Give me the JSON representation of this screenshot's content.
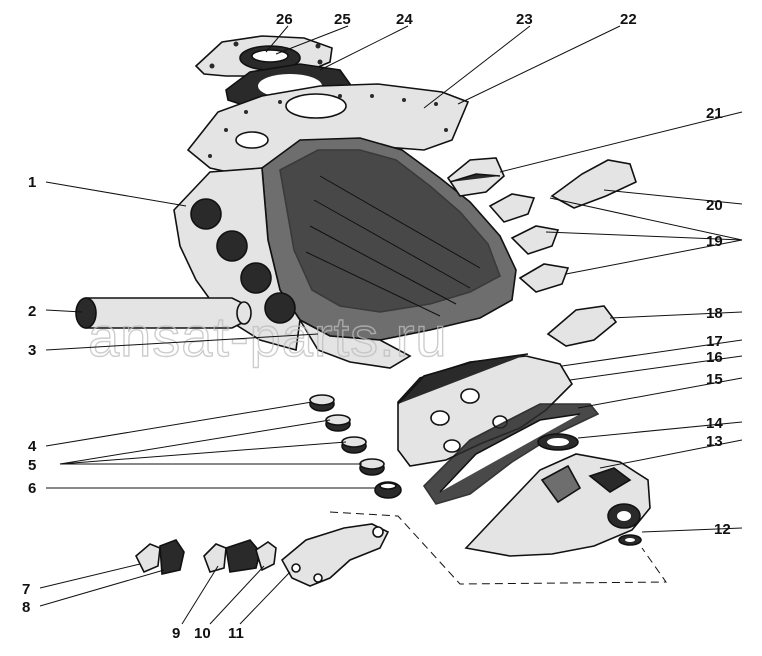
{
  "watermark": "ansat-parts.ru",
  "callouts": [
    {
      "id": "1",
      "label": "1"
    },
    {
      "id": "2",
      "label": "2"
    },
    {
      "id": "3",
      "label": "3"
    },
    {
      "id": "4",
      "label": "4"
    },
    {
      "id": "5",
      "label": "5"
    },
    {
      "id": "6",
      "label": "6"
    },
    {
      "id": "7",
      "label": "7"
    },
    {
      "id": "8",
      "label": "8"
    },
    {
      "id": "9",
      "label": "9"
    },
    {
      "id": "10",
      "label": "10"
    },
    {
      "id": "11",
      "label": "11"
    },
    {
      "id": "12",
      "label": "12"
    },
    {
      "id": "13",
      "label": "13"
    },
    {
      "id": "14",
      "label": "14"
    },
    {
      "id": "15",
      "label": "15"
    },
    {
      "id": "16",
      "label": "16"
    },
    {
      "id": "17",
      "label": "17"
    },
    {
      "id": "18",
      "label": "18"
    },
    {
      "id": "19",
      "label": "19"
    },
    {
      "id": "20",
      "label": "20"
    },
    {
      "id": "21",
      "label": "21"
    },
    {
      "id": "22",
      "label": "22"
    },
    {
      "id": "23",
      "label": "23"
    },
    {
      "id": "24",
      "label": "24"
    },
    {
      "id": "25",
      "label": "25"
    },
    {
      "id": "26",
      "label": "26"
    }
  ]
}
